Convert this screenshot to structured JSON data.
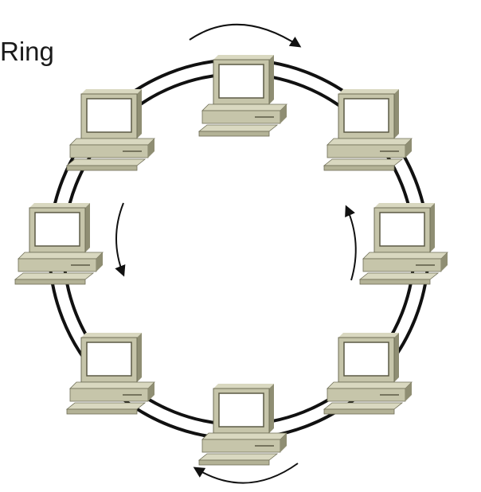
{
  "slide": {
    "title": "Ring"
  },
  "diagram": {
    "topology": "ring",
    "node_count": 8,
    "node_icon": "desktop-computer-icon",
    "flow_direction": "clockwise",
    "colors": {
      "background": "#ffffff",
      "ring_line": "#111111",
      "computer_body": "#c6c5aa",
      "computer_shadow": "#8f8e73",
      "computer_dark": "#6e6d55",
      "screen": "#ffffff",
      "arrow": "#111111"
    }
  }
}
